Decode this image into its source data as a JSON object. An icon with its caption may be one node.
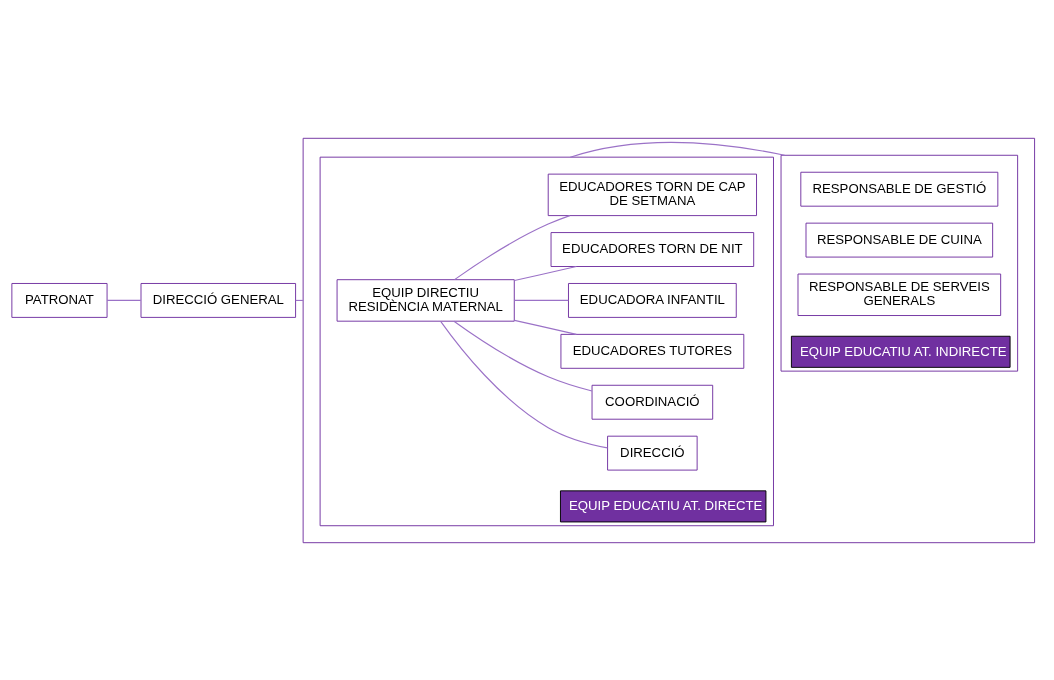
{
  "diagram": {
    "nodes": [
      {
        "text": [
          "PATRONAT"
        ]
      },
      {
        "text": [
          "DIRECCIÓ GENERAL"
        ]
      },
      {
        "text": [],
        "shape": "box"
      },
      {
        "text": [
          "EQUIP EDUCATIU AT. DIRECTE"
        ],
        "in": 2
      },
      {
        "text": [
          "EQUIP DIRECTIU RESIDÈNCIA MATERNAL"
        ],
        "in": 3
      },
      {
        "text": [
          "DIRECCIÓ"
        ],
        "in": 3
      },
      {
        "text": [
          "COORDINACIÓ"
        ],
        "in": 3
      },
      {
        "text": [
          "EDUCADORES TUTORES"
        ],
        "in": 3
      },
      {
        "text": [
          "EDUCADORA INFANTIL"
        ],
        "in": 3
      },
      {
        "text": [
          "EDUCADORES TORN DE NIT"
        ],
        "in": 3
      },
      {
        "text": [
          "EDUCADORES TORN DE CAP DE SETMANA"
        ],
        "in": 3
      },
      {
        "text": [
          "EQUIP EDUCATIU AT. INDIRECTE"
        ],
        "in": 2
      },
      {
        "text": [
          "RESPONSABLE DE GESTIÓ"
        ],
        "in": 11
      },
      {
        "text": [
          "RESPONSABLE DE CUINA"
        ],
        "in": 11
      },
      {
        "text": [
          "RESPONSABLE DE SERVEIS GENERALS"
        ],
        "in": 11
      }
    ],
    "edges": [
      {
        "from": 0,
        "to": 1,
        "arrow": "none"
      },
      {
        "from": 1,
        "to": 2,
        "arrow": "none"
      },
      {
        "from": 4,
        "to": 5,
        "arrow": "none"
      },
      {
        "from": 4,
        "to": 6,
        "arrow": "none"
      },
      {
        "from": 4,
        "to": 7,
        "arrow": "none"
      },
      {
        "from": 4,
        "to": 8,
        "arrow": "none"
      },
      {
        "from": 4,
        "to": 9,
        "arrow": "none"
      },
      {
        "from": 4,
        "to": 10,
        "arrow": "none"
      },
      {
        "from": 3,
        "to": 11,
        "arrow": "none"
      }
    ]
  }
}
